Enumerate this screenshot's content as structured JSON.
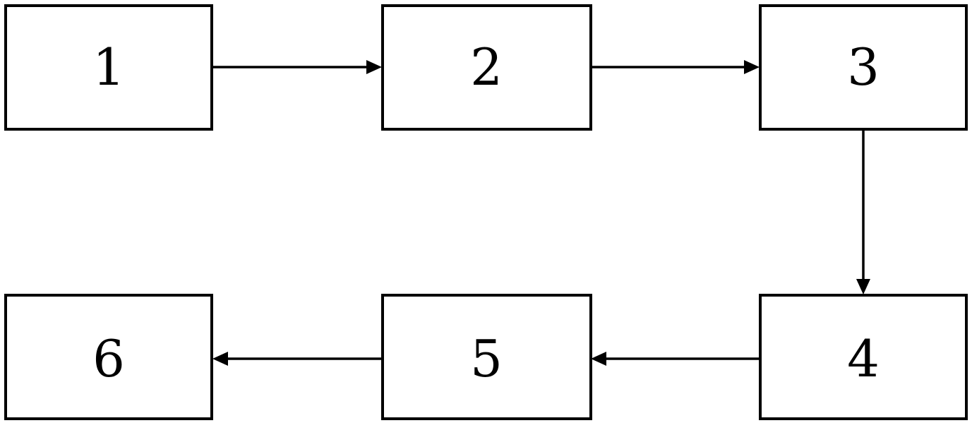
{
  "diagram": {
    "type": "flowchart",
    "nodes": [
      {
        "id": "1",
        "label": "1"
      },
      {
        "id": "2",
        "label": "2"
      },
      {
        "id": "3",
        "label": "3"
      },
      {
        "id": "4",
        "label": "4"
      },
      {
        "id": "5",
        "label": "5"
      },
      {
        "id": "6",
        "label": "6"
      }
    ],
    "edges": [
      {
        "from": "1",
        "to": "2"
      },
      {
        "from": "2",
        "to": "3"
      },
      {
        "from": "3",
        "to": "4"
      },
      {
        "from": "4",
        "to": "5"
      },
      {
        "from": "5",
        "to": "6"
      }
    ],
    "colors": {
      "stroke": "#000000",
      "fill": "#ffffff",
      "text": "#000000"
    }
  }
}
